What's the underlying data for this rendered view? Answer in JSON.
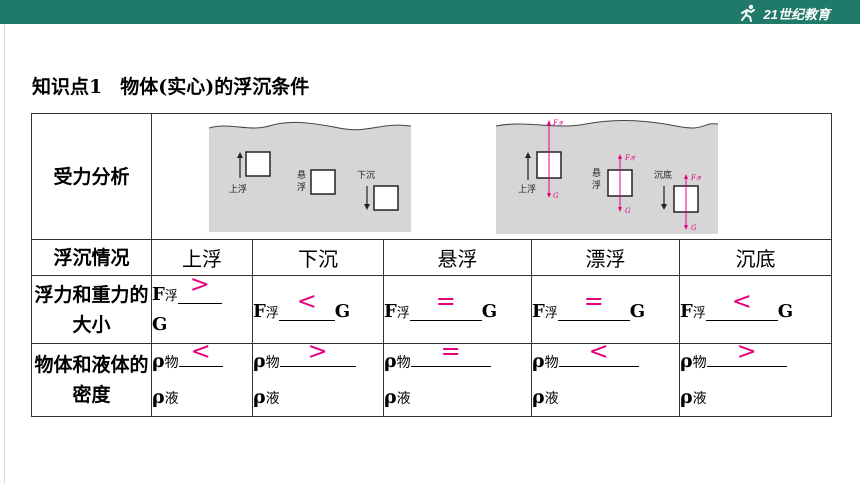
{
  "header": {
    "logo_text": "21世纪教育"
  },
  "heading": {
    "number": "知识点1",
    "title": "物体(实心)的浮沉条件"
  },
  "table": {
    "row1_label": "受力分析",
    "row2_label": "浮沉情况",
    "row3_label": "浮力和重力的大小",
    "row4_label": "物体和液体的密度",
    "statuses": [
      "上浮",
      "下沉",
      "悬浮",
      "漂浮",
      "沉底"
    ],
    "force_compare": [
      {
        "f": "F",
        "sub": "浮",
        "answer": ">",
        "g": "G"
      },
      {
        "f": "F",
        "sub": "浮",
        "answer": "<",
        "g": "G"
      },
      {
        "f": "F",
        "sub": "浮",
        "answer": "=",
        "g": "G"
      },
      {
        "f": "F",
        "sub": "浮",
        "answer": "=",
        "g": "G"
      },
      {
        "f": "F",
        "sub": "浮",
        "answer": "<",
        "g": "G"
      }
    ],
    "density_compare": [
      {
        "rho": "ρ",
        "sub1": "物",
        "answer": "<",
        "sub2": "液"
      },
      {
        "rho": "ρ",
        "sub1": "物",
        "answer": ">",
        "sub2": "液"
      },
      {
        "rho": "ρ",
        "sub1": "物",
        "answer": "=",
        "sub2": "液"
      },
      {
        "rho": "ρ",
        "sub1": "物",
        "answer": "<",
        "sub2": "液"
      },
      {
        "rho": "ρ",
        "sub1": "物",
        "answer": ">",
        "sub2": "液"
      }
    ]
  },
  "diagram_left": {
    "labels": [
      "上浮",
      "悬浮",
      "下沉"
    ]
  },
  "diagram_right": {
    "labels": [
      "上浮",
      "悬浮",
      "沉底"
    ],
    "f_label": "F",
    "f_sub": "浮",
    "g_label": "G"
  },
  "colors": {
    "answer": "#e6007e",
    "top_bar": "#1f7a6a"
  }
}
